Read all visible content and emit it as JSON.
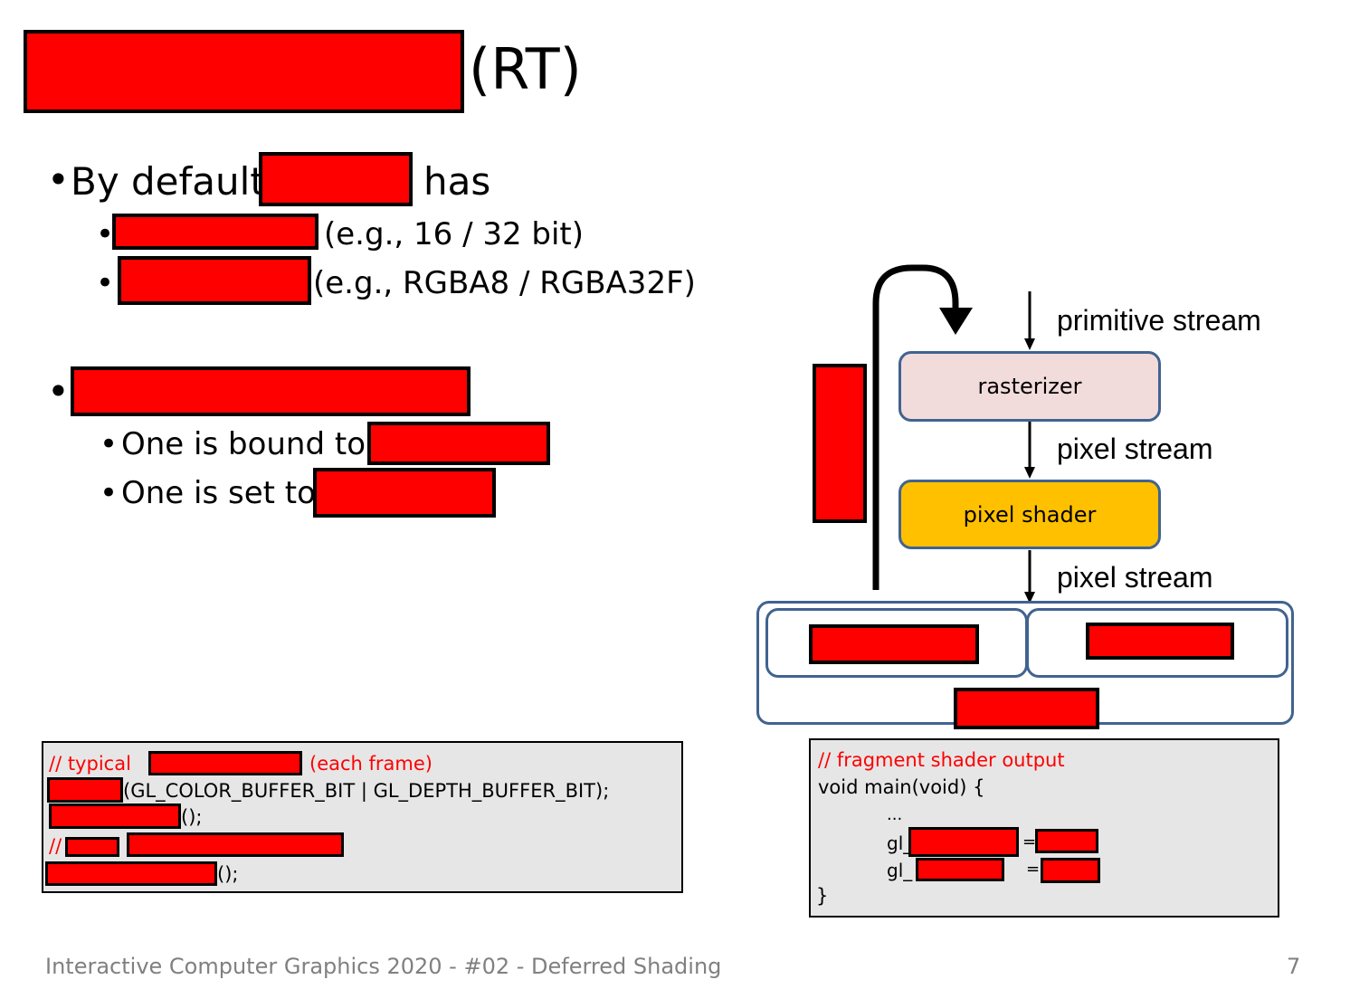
{
  "slide": {
    "title_suffix": "(RT)",
    "bullet1": {
      "lead": "By default",
      "tail": "has",
      "sub1_tail": "(e.g., 16 / 32 bit)",
      "sub2_tail": "(e.g., RGBA8 / RGBA32F)"
    },
    "bullet2": {
      "sub1": "One is bound to",
      "sub2": "One is set to"
    },
    "bullet_char": "•"
  },
  "code_left": {
    "line1_comment_start": "// typical",
    "line1_comment_end": "(each frame)",
    "line2": "(GL_COLOR_BUFFER_BIT | GL_DEPTH_BUFFER_BIT);",
    "line3": "();",
    "line4_comment": "//",
    "line5": "();"
  },
  "code_right": {
    "line1": "// fragment shader output",
    "line2": "void main(void) {",
    "line3": "...",
    "line4_prefix": "gl_",
    "line4_eq": "=",
    "line5_prefix": "gl_",
    "line5_eq": "=",
    "line6": "}"
  },
  "diagram": {
    "label_primitive": "primitive stream",
    "label_pixel1": "pixel stream",
    "label_pixel2": "pixel stream",
    "rasterizer": "rasterizer",
    "pixel_shader": "pixel shader",
    "colors": {
      "rasterizer_fill": "#f2dcdb",
      "shader_fill": "#ffc000",
      "box_border": "#41638f",
      "redact": "#ff0000"
    }
  },
  "footer": {
    "text": "Interactive Computer Graphics 2020 - #02 - Deferred Shading",
    "page": "7"
  }
}
